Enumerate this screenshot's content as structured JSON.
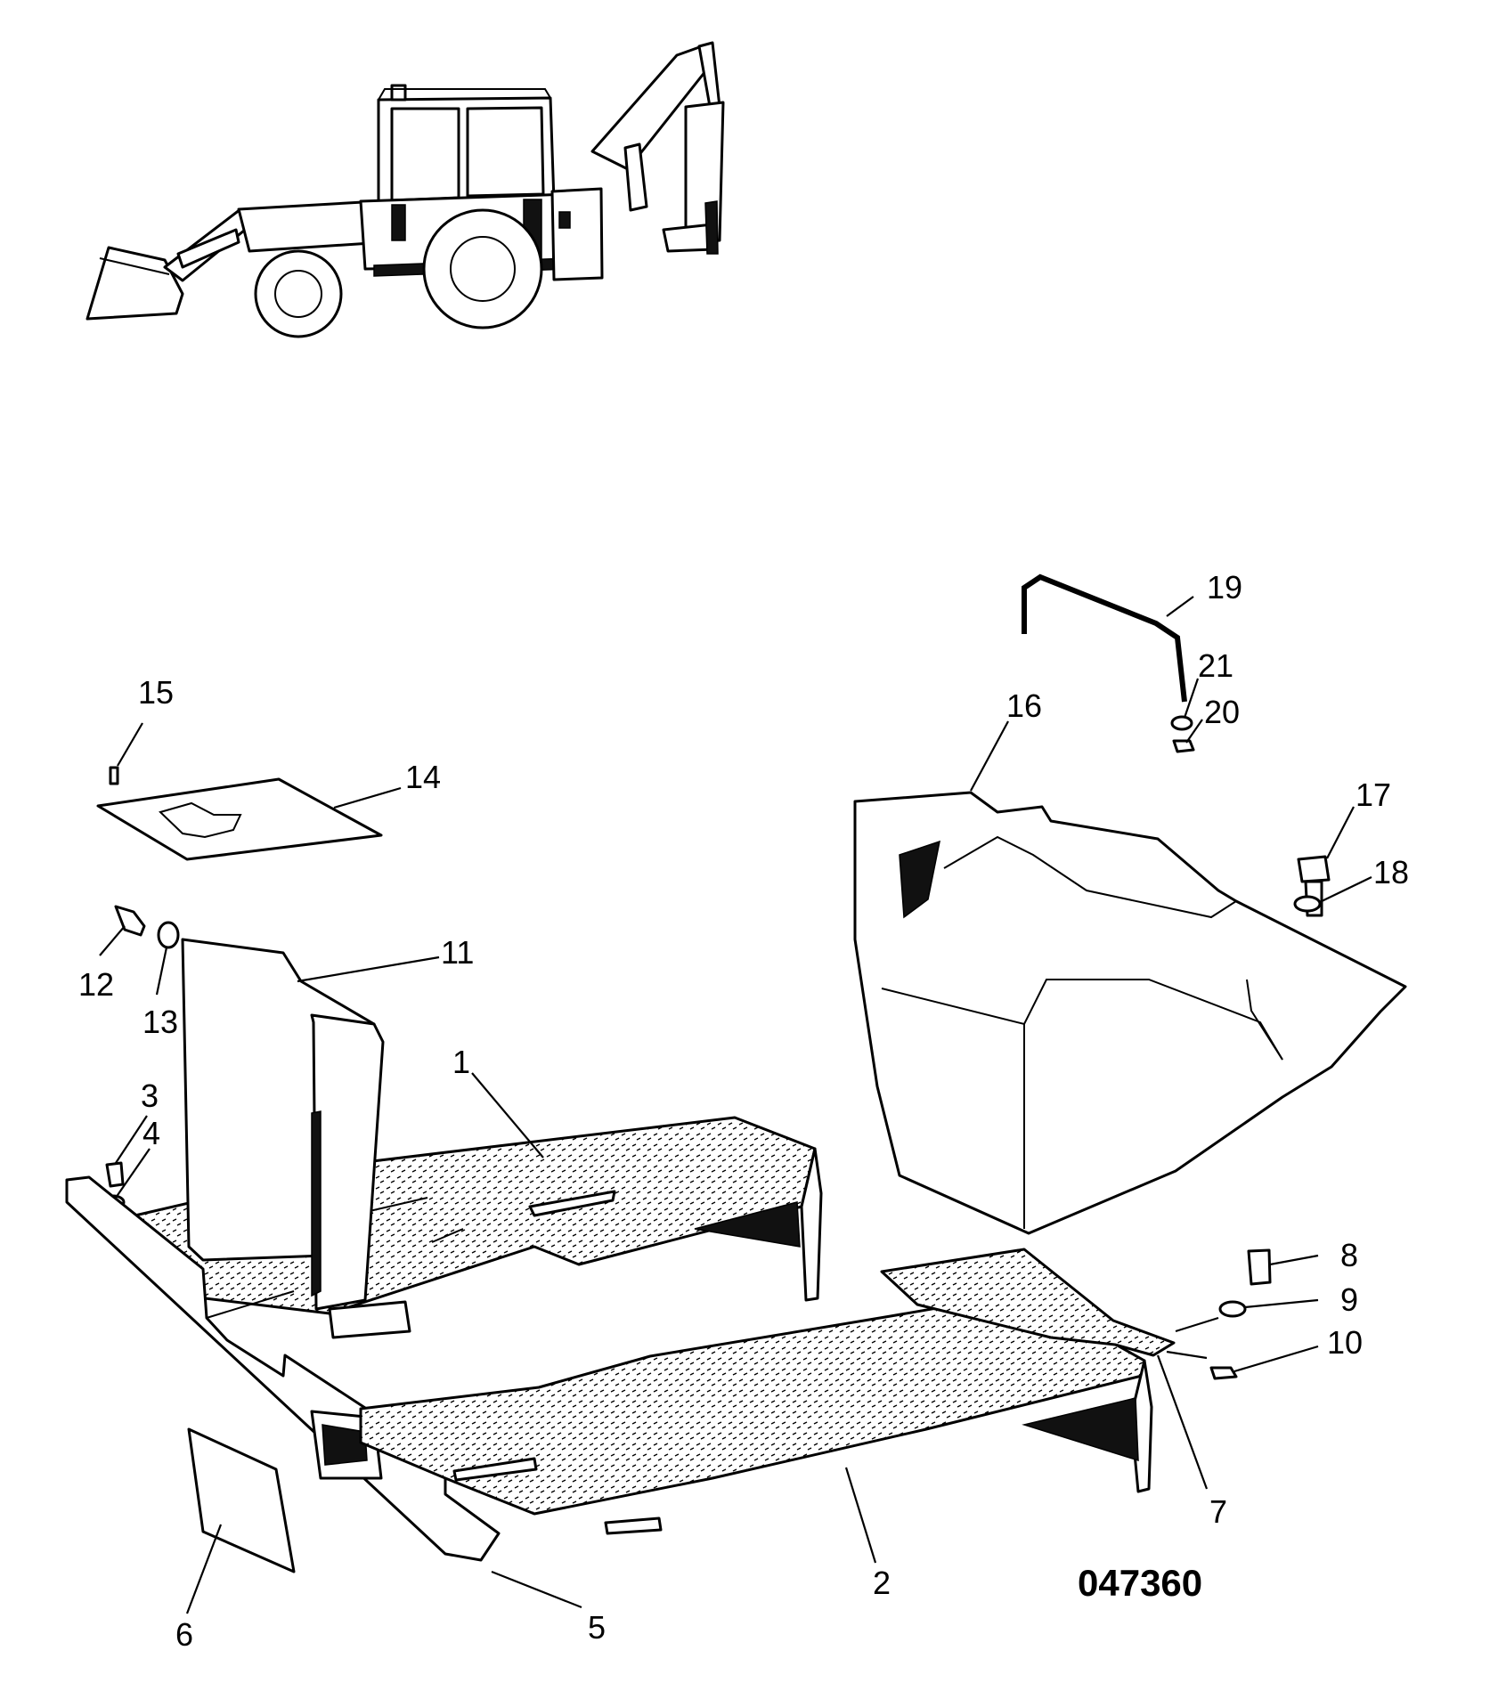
{
  "drawing_number": "047360",
  "callouts": [
    {
      "id": "c1",
      "label": "1"
    },
    {
      "id": "c2",
      "label": "2"
    },
    {
      "id": "c3",
      "label": "3"
    },
    {
      "id": "c4",
      "label": "4"
    },
    {
      "id": "c5",
      "label": "5"
    },
    {
      "id": "c6",
      "label": "6"
    },
    {
      "id": "c7",
      "label": "7"
    },
    {
      "id": "c8",
      "label": "8"
    },
    {
      "id": "c9",
      "label": "9"
    },
    {
      "id": "c10",
      "label": "10"
    },
    {
      "id": "c11",
      "label": "11"
    },
    {
      "id": "c12",
      "label": "12"
    },
    {
      "id": "c13",
      "label": "13"
    },
    {
      "id": "c14",
      "label": "14"
    },
    {
      "id": "c15",
      "label": "15"
    },
    {
      "id": "c16",
      "label": "16"
    },
    {
      "id": "c17",
      "label": "17"
    },
    {
      "id": "c18",
      "label": "18"
    },
    {
      "id": "c19",
      "label": "19"
    },
    {
      "id": "c20",
      "label": "20"
    },
    {
      "id": "c21",
      "label": "21"
    }
  ],
  "colors": {
    "ink": "#000000",
    "paper": "#ffffff"
  }
}
